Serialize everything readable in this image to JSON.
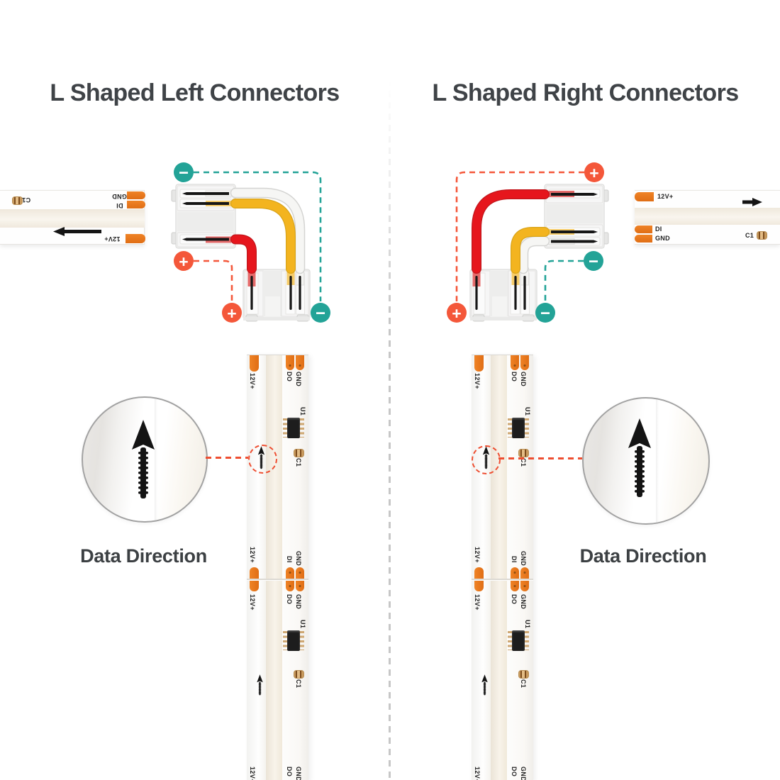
{
  "sections": {
    "left": {
      "title": "L Shaped Left Connectors",
      "data_direction": "Data Direction"
    },
    "right": {
      "title": "L Shaped Right Connectors",
      "data_direction": "Data Direction"
    }
  },
  "strip": {
    "power_label": "12V+",
    "ground_label": "GND",
    "data_in_label": "DI",
    "data_out_label": "DO",
    "ic_label": "U1",
    "cap_label": "C1"
  },
  "connector": {
    "plus": "+",
    "minus": "−"
  },
  "icons": {
    "data_direction_arrow": "serrated-up-arrow",
    "left_flow_arrow": "left-arrow",
    "right_flow_arrow": "right-arrow",
    "polarity_positive": "plus-circle",
    "polarity_negative": "minus-circle"
  },
  "colors": {
    "accent_red": "#f4573a",
    "accent_teal": "#23a397",
    "wire_red": "#e6161d",
    "wire_yellow": "#f3b41f",
    "wire_white": "#f6f6f4",
    "pad_orange": "#e8791f",
    "heading_text": "#3f4347"
  }
}
